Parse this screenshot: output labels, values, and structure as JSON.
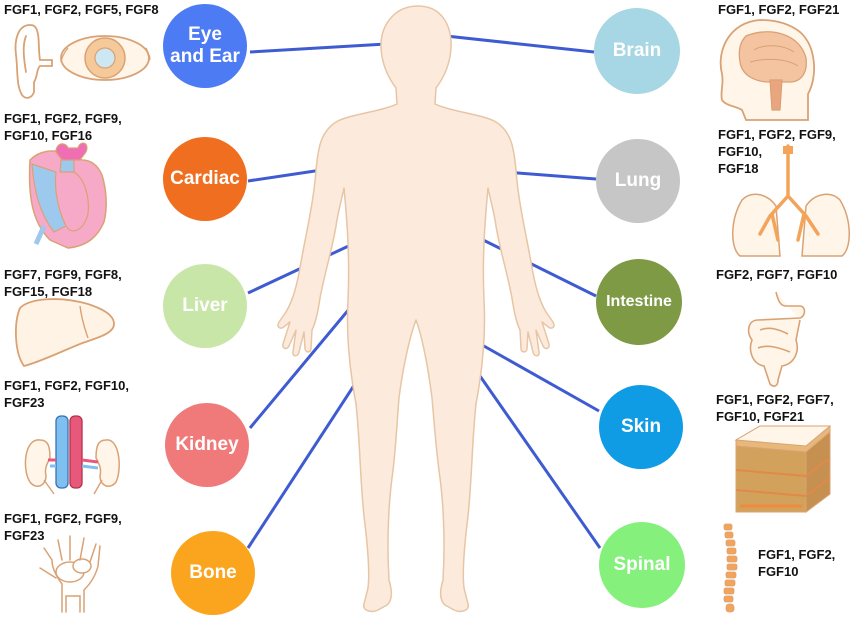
{
  "organs": {
    "eye_ear": {
      "name": "Eye and Ear",
      "factors": "FGF1, FGF2, FGF5, FGF8",
      "color": "#4C7BF3"
    },
    "cardiac": {
      "name": "Cardiac",
      "factors": "FGF1, FGF2, FGF9,\nFGF10, FGF16",
      "color": "#F06E1F"
    },
    "liver": {
      "name": "Liver",
      "factors": "FGF7, FGF9, FGF8,\nFGF15, FGF18",
      "color": "#C8E6A8"
    },
    "kidney": {
      "name": "Kidney",
      "factors": "FGF1, FGF2, FGF10,\nFGF23",
      "color": "#F07A7A"
    },
    "bone": {
      "name": "Bone",
      "factors": "FGF1, FGF2, FGF9,\nFGF23",
      "color": "#FBA51E"
    },
    "brain": {
      "name": "Brain",
      "factors": "FGF1, FGF2, FGF21",
      "color": "#A7D6E4"
    },
    "lung": {
      "name": "Lung",
      "factors": "FGF1, FGF2, FGF9,\nFGF10,\nFGF18",
      "color": "#C6C6C6"
    },
    "intestine": {
      "name": "Intestine",
      "factors": "FGF2, FGF7, FGF10",
      "color": "#7E9A45"
    },
    "skin": {
      "name": "Skin",
      "factors": "FGF1, FGF2, FGF7,\nFGF10, FGF21",
      "color": "#109CE4"
    },
    "spinal": {
      "name": "Spinal",
      "factors": "FGF1, FGF2,\nFGF10",
      "color": "#86F07C"
    }
  },
  "colors": {
    "connector": "#3F5BD1",
    "body_fill": "#FCEBDD",
    "body_stroke": "#E7C5A5",
    "outline": "#D9A274"
  }
}
